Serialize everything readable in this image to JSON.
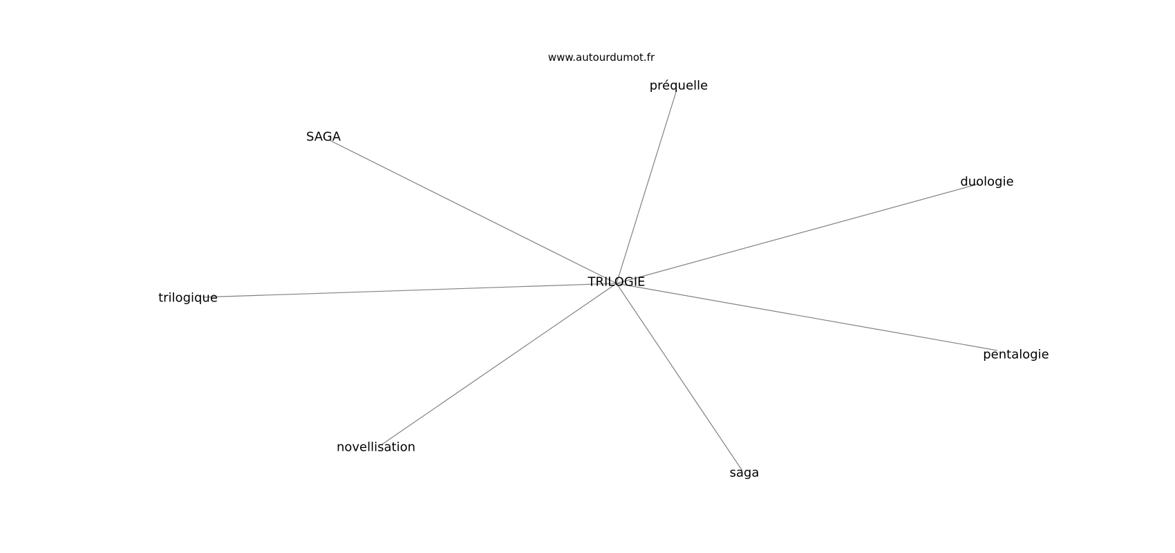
{
  "title": "www.autourdumot.fr",
  "center": {
    "label": "TRILOGIE"
  },
  "nodes": [
    {
      "label": "préquelle"
    },
    {
      "label": "SAGA"
    },
    {
      "label": "duologie"
    },
    {
      "label": "trilogique"
    },
    {
      "label": "pentalogie"
    },
    {
      "label": "novellisation"
    },
    {
      "label": "saga"
    }
  ],
  "edge_color": "#808080"
}
